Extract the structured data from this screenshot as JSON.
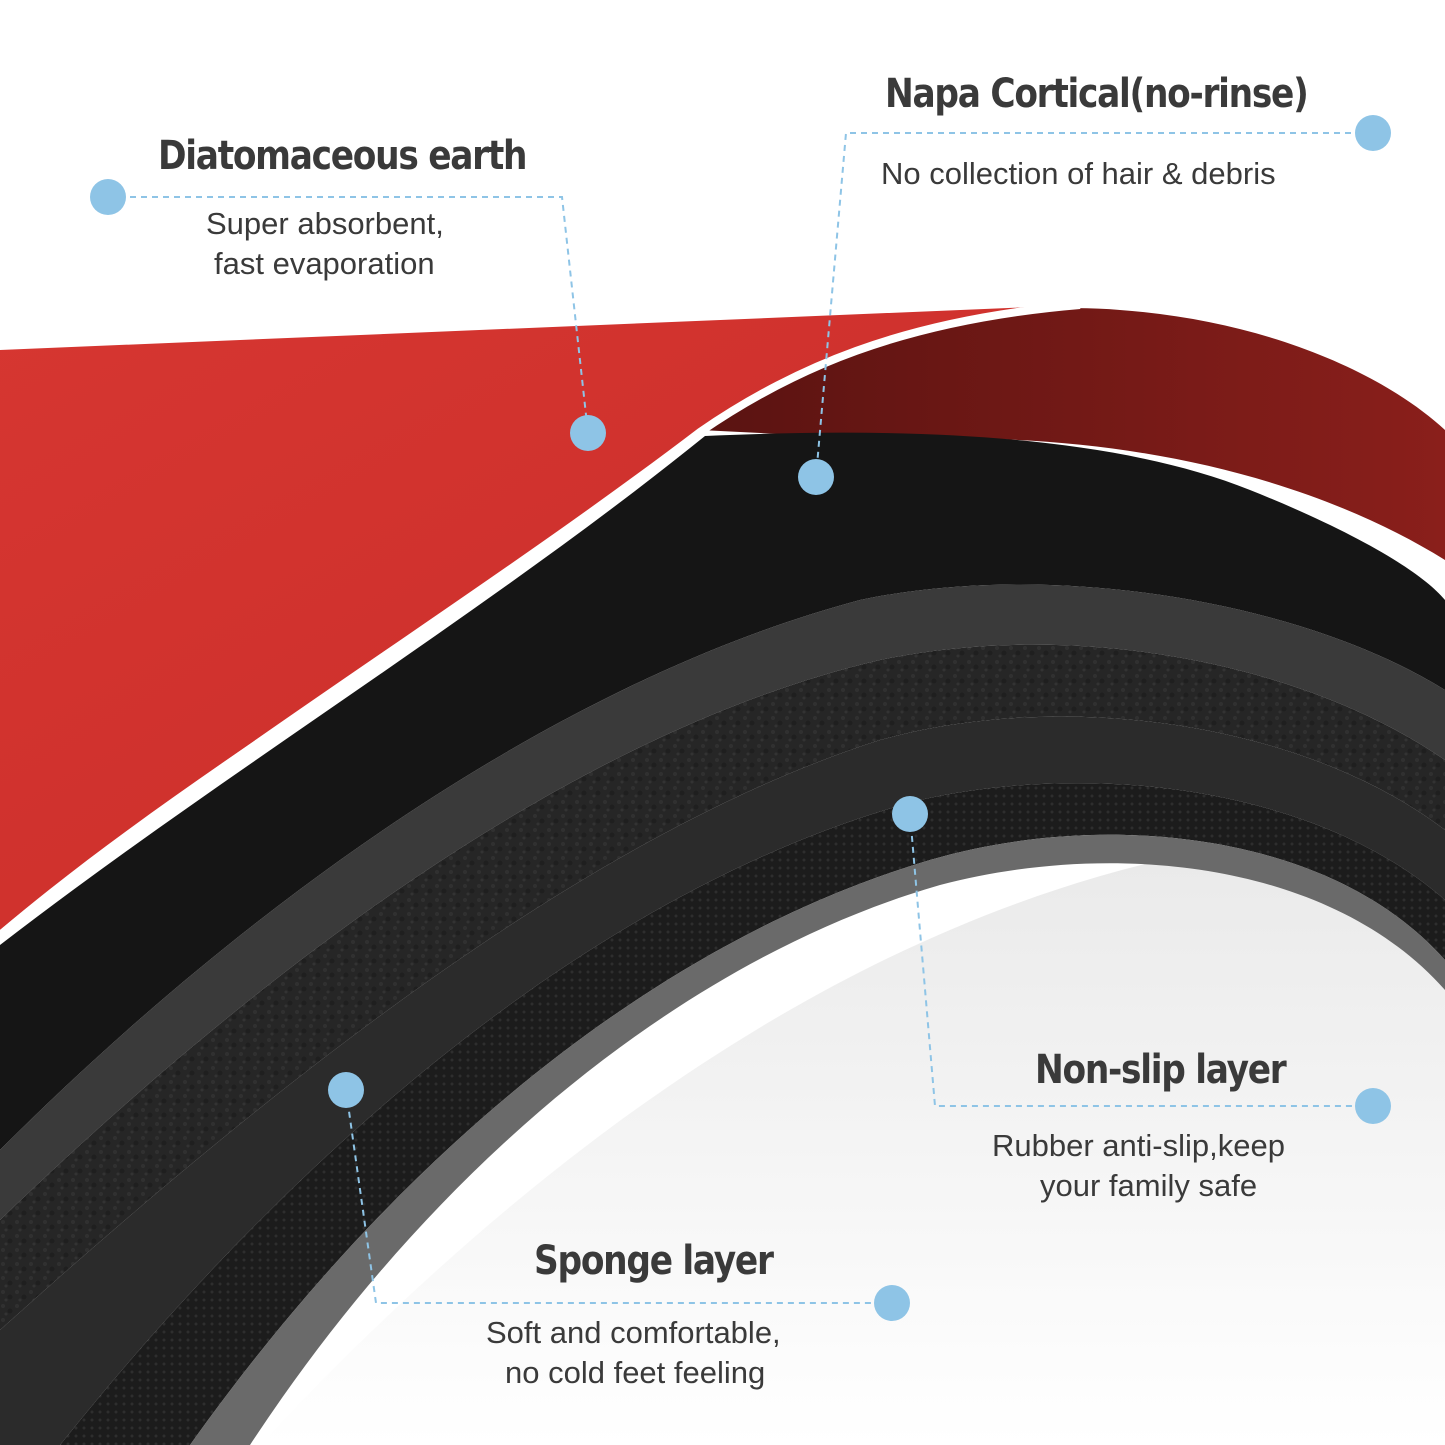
{
  "colors": {
    "accent_dot": "#8ec4e6",
    "leader_line": "#8ec4e6",
    "red_top": "#d7332f",
    "red_dark": "#7b1a17",
    "black_layer": "#1a1a1a",
    "sponge_layer": "#2a2a2a",
    "text": "#3a3a3a"
  },
  "callouts": [
    {
      "id": "diatomaceous",
      "title": "Diatomaceous earth",
      "description_lines": [
        "Super absorbent,",
        "fast evaporation"
      ]
    },
    {
      "id": "napa",
      "title": "Napa Cortical(no-rinse)",
      "description_lines": [
        "No collection of hair & debris"
      ]
    },
    {
      "id": "nonslip",
      "title": "Non-slip layer",
      "description_lines": [
        "Rubber anti-slip,keep",
        "your family safe"
      ]
    },
    {
      "id": "sponge",
      "title": "Sponge layer",
      "description_lines": [
        "Soft and comfortable,",
        "no cold feet feeling"
      ]
    }
  ]
}
